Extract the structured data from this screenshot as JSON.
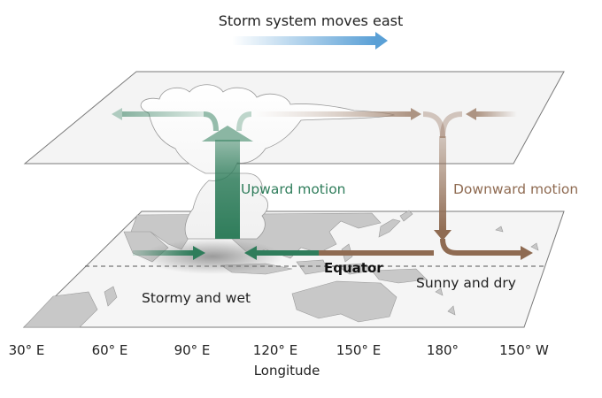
{
  "title": "Storm system moves east",
  "labels": {
    "upward": "Upward motion",
    "downward": "Downward motion",
    "equator": "Equator",
    "stormy": "Stormy and wet",
    "sunny": "Sunny and dry"
  },
  "axis": {
    "title": "Longitude",
    "ticks": [
      "30° E",
      "60° E",
      "90° E",
      "120° E",
      "150° E",
      "180°",
      "150° W"
    ]
  },
  "colors": {
    "upward": "#2f7d5b",
    "downward": "#8f6b52",
    "title_arrow": "#5aa0d6",
    "land": "#c8c8c8",
    "plane_fill": "#f3f3f3",
    "plane_stroke": "#7a7a7a",
    "text": "#222222"
  }
}
